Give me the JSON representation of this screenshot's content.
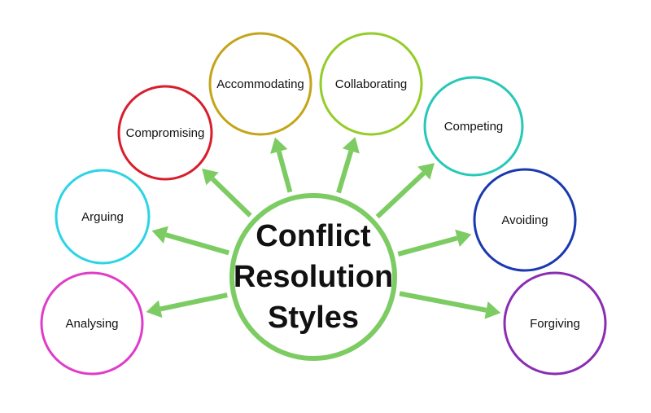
{
  "title_lines": [
    "Conflict",
    "Resolution",
    "Styles"
  ],
  "colors": {
    "center": "#7ccc63",
    "arrow": "#7ccc63"
  },
  "styles": [
    {
      "label": "Analysing",
      "color": "#e03cc8"
    },
    {
      "label": "Arguing",
      "color": "#2cd4e4"
    },
    {
      "label": "Compromising",
      "color": "#d81e2c"
    },
    {
      "label": "Accommodating",
      "color": "#c4a418"
    },
    {
      "label": "Collaborating",
      "color": "#94cc28"
    },
    {
      "label": "Competing",
      "color": "#26c8b8"
    },
    {
      "label": "Avoiding",
      "color": "#1a38b0"
    },
    {
      "label": "Forgiving",
      "color": "#8a2cb4"
    }
  ]
}
